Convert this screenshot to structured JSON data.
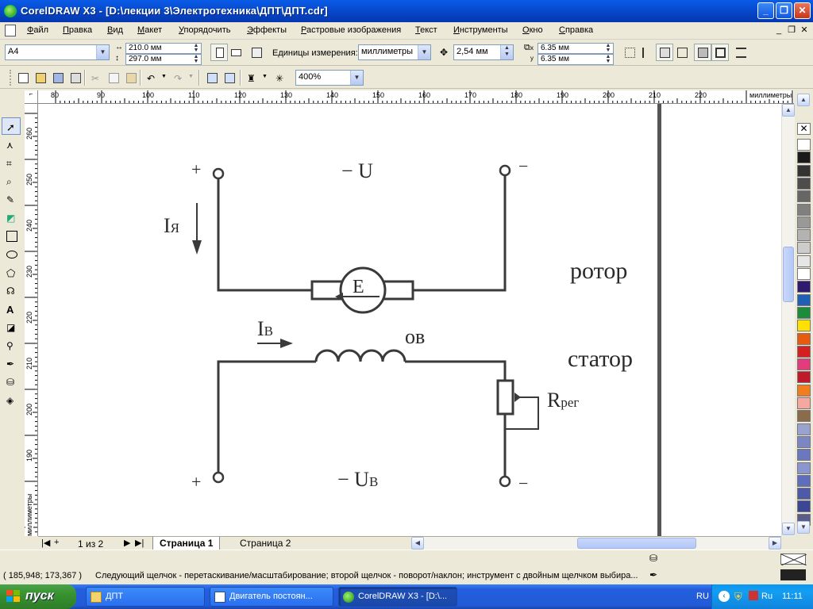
{
  "window": {
    "title": "CorelDRAW X3 - [D:\\лекции 3\\Электротехника\\ДПТ\\ДПТ.cdr]",
    "btn_minimize": "_",
    "btn_maximize": "❐",
    "btn_close": "✕"
  },
  "menu": {
    "items": [
      "Файл",
      "Правка",
      "Вид",
      "Макет",
      "Упорядочить",
      "Эффекты",
      "Растровые изображения",
      "Текст",
      "Инструменты",
      "Окно",
      "Справка"
    ],
    "mdi_min": "_",
    "mdi_restore": "❐",
    "mdi_close": "✕"
  },
  "property_bar": {
    "paper_size": "A4",
    "width": "210.0 мм",
    "height": "297.0 мм",
    "units_label": "Единицы измерения:",
    "units_value": "миллиметры",
    "nudge": "2,54 мм",
    "dup_x": "6.35 мм",
    "dup_y": "6.35 мм",
    "dup_x_label": "x",
    "dup_y_label": "y"
  },
  "standard_bar": {
    "zoom": "400%"
  },
  "ruler": {
    "unit": "миллиметры",
    "h_ticks": [
      "80",
      "90",
      "100",
      "110",
      "120",
      "130",
      "140",
      "150",
      "160",
      "170",
      "180",
      "190",
      "200",
      "210",
      "220"
    ],
    "v_ticks": [
      "260",
      "250",
      "240",
      "230",
      "220",
      "210",
      "200",
      "190"
    ]
  },
  "diagram": {
    "plus_top": "+",
    "minus_top": "−",
    "voltage_top": "− U",
    "current_armature": "I",
    "current_armature_sub": "Я",
    "emf": "E",
    "rotor": "ротор",
    "current_field": "I",
    "current_field_sub": "В",
    "field_winding": "ов",
    "stator": "статор",
    "resistor": "R",
    "resistor_sub": "рег",
    "plus_bottom": "+",
    "minus_bottom": "−",
    "voltage_bottom": "− U",
    "voltage_bottom_sub": "В"
  },
  "page_nav": {
    "count": "1 из 2",
    "tabs": [
      "Страница 1",
      "Страница 2"
    ],
    "add": "+"
  },
  "status": {
    "coords": "( 185,948; 173,367 )",
    "hint": "Следующий щелчок - перетаскивание/масштабирование; второй щелчок - поворот/наклон; инструмент с двойным щелчком выбира..."
  },
  "taskbar": {
    "start": "пуск",
    "tasks": [
      "ДПТ",
      "Двигатель постоян...",
      "CorelDRAW X3 - [D:\\..."
    ],
    "lang": "RU",
    "tray_lang": "Ru",
    "clock": "11:11"
  },
  "palette": {
    "colors": [
      "#ffffff",
      "#1a1a1a",
      "#333333",
      "#4d4d4d",
      "#666666",
      "#808080",
      "#999999",
      "#b3b3b3",
      "#cccccc",
      "#e6e6e6",
      "#ffffff",
      "#2e1a6e",
      "#1f5fb4",
      "#1b8c3a",
      "#ffe000",
      "#e85a0c",
      "#d42020",
      "#e33c7c",
      "#c01a2a",
      "#f07d1e",
      "#f5a7a0",
      "#8a6b4a",
      "#9aa3d0",
      "#7d86c4",
      "#6b78c0",
      "#8a96cf",
      "#5f6dbd",
      "#4e5aa8",
      "#3b4694",
      "#5c5c8a"
    ]
  }
}
